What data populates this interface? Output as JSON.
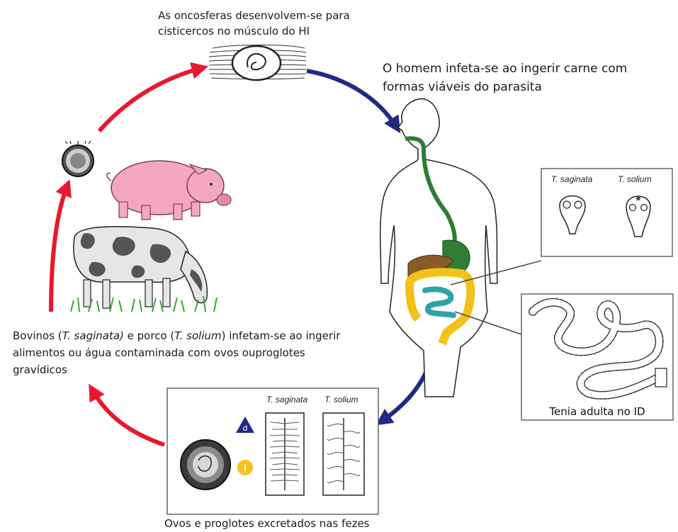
{
  "cycle": {
    "step_oncosphere_cysticerci": "As oncosferas desenvolvem-se para cisticercos no músculo do HI",
    "step_human_infection": "O homem infeta-se ao ingerir carne com formas viáveis do parasita",
    "step_excretion": "Ovos e proglotes excretados nas fezes",
    "step_intermediate_host": {
      "part1": "Bovinos (",
      "species_a": "T. saginata)",
      "part2": " e porco (",
      "species_b": "T. solium",
      "part3": ") infetam-se ao ingerir alimentos ou água contaminada com ovos ouproglotes gravídicos"
    }
  },
  "panels": {
    "scolex": {
      "label_a": "T. saginata",
      "label_b": "T. solium"
    },
    "adult": {
      "caption": "Tenia adulta no ID"
    },
    "eggs": {
      "label_a": "T. saginata",
      "label_b": "T. solium",
      "marker_d": "d",
      "marker_i": "i"
    }
  },
  "colors": {
    "arrow_red": "#e8192c",
    "arrow_blue": "#1f2a86",
    "esophagus_green": "#2e7d32",
    "intestine_yellow": "#f2c218",
    "intestine_teal": "#2ba3a8",
    "liver_brown": "#8a5a2b",
    "pig_pink": "#f4a8c0"
  }
}
